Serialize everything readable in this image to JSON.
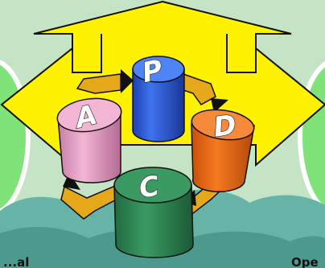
{
  "diagram": {
    "cycle": [
      {
        "letter": "P",
        "color": "#2f5fe0"
      },
      {
        "letter": "D",
        "color": "#ef6a14"
      },
      {
        "letter": "C",
        "color": "#2f8a57"
      },
      {
        "letter": "A",
        "color": "#e7a3c6"
      }
    ],
    "captions": {
      "left": "...al",
      "right": "Ope"
    },
    "colors": {
      "background": "#c5e3c5",
      "arrow_fill": "#fff200",
      "cycle_arrows": "#e4a81a",
      "water": "#67b3a7",
      "side_circles": "#80e37a"
    }
  }
}
